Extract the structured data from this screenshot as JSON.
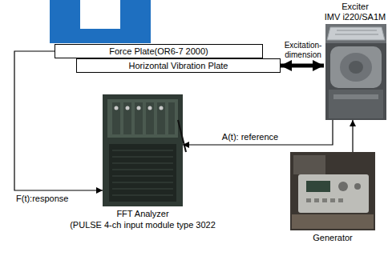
{
  "diagram": {
    "nodes": [
      {
        "text": [
          "Force Plate(OR6-7 2000)"
        ]
      },
      {
        "text": [
          "Horizontal Vibration Plate"
        ]
      },
      {
        "text": [
          "Exciter",
          "IMV i220/SA1M"
        ]
      },
      {
        "text": [
          "FFT Analyzer",
          "(PULSE 4-ch input module type 3022"
        ]
      },
      {
        "text": [
          "Generator"
        ]
      }
    ],
    "edges": [
      {
        "from": 0,
        "to": 3,
        "label": "F(t):response",
        "arrow": "to"
      },
      {
        "from": 2,
        "to": 3,
        "label": "A(t): reference",
        "arrow": "to"
      },
      {
        "from": 4,
        "to": 2,
        "arrow": "to"
      },
      {
        "from": 1,
        "to": 2,
        "label": "Excitation-dimension",
        "arrow": "both"
      }
    ]
  }
}
